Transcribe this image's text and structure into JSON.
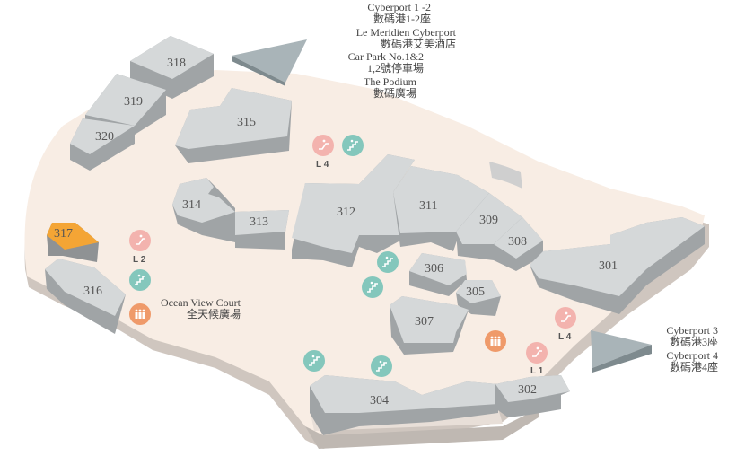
{
  "shops": [
    {
      "id": "318",
      "label": "318",
      "highlight": false
    },
    {
      "id": "319",
      "label": "319",
      "highlight": false
    },
    {
      "id": "320",
      "label": "320",
      "highlight": false
    },
    {
      "id": "315",
      "label": "315",
      "highlight": false
    },
    {
      "id": "317",
      "label": "317",
      "highlight": true
    },
    {
      "id": "316",
      "label": "316",
      "highlight": false
    },
    {
      "id": "314",
      "label": "314",
      "highlight": false
    },
    {
      "id": "313",
      "label": "313",
      "highlight": false
    },
    {
      "id": "312",
      "label": "312",
      "highlight": false
    },
    {
      "id": "311",
      "label": "311",
      "highlight": false
    },
    {
      "id": "309",
      "label": "309",
      "highlight": false
    },
    {
      "id": "308",
      "label": "308",
      "highlight": false
    },
    {
      "id": "301",
      "label": "301",
      "highlight": false
    },
    {
      "id": "306",
      "label": "306",
      "highlight": false
    },
    {
      "id": "305",
      "label": "305",
      "highlight": false
    },
    {
      "id": "307",
      "label": "307",
      "highlight": false
    },
    {
      "id": "304",
      "label": "304",
      "highlight": false
    },
    {
      "id": "302",
      "label": "302",
      "highlight": false
    }
  ],
  "destinations": {
    "north": [
      {
        "en": "Cyberport 1       -2",
        "zh": "數碼港1-2座"
      },
      {
        "en": "Le Meridien Cyberport",
        "zh": "數碼港艾美酒店"
      },
      {
        "en": "Car Park No.1&2",
        "zh": "1,2號停車場"
      },
      {
        "en": "The Podium",
        "zh": "數碼廣場"
      }
    ],
    "ocean_view": {
      "en": "Ocean View Court",
      "zh": "全天候廣場"
    },
    "east": [
      {
        "en": "Cyberport 3",
        "zh": "數碼港3座"
      },
      {
        "en": "Cyberport 4",
        "zh": "數碼港4座"
      }
    ]
  },
  "level_labels": {
    "l4_top": "L 4",
    "l2": "L 2",
    "l4_right": "L 4",
    "l1": "L 1"
  },
  "icons": {
    "lift": "elevator-icon",
    "escalator": "escalator-icon",
    "stairs": "stairs-icon"
  },
  "colors": {
    "floor": "#f8ede4",
    "shop_top": "#d5d8d9",
    "shop_side": "#9fa3a5",
    "highlight": "#f4a535",
    "pink_icon": "#f3b3ae",
    "teal_icon": "#84c7bc",
    "orange_icon": "#ef9a6a"
  }
}
